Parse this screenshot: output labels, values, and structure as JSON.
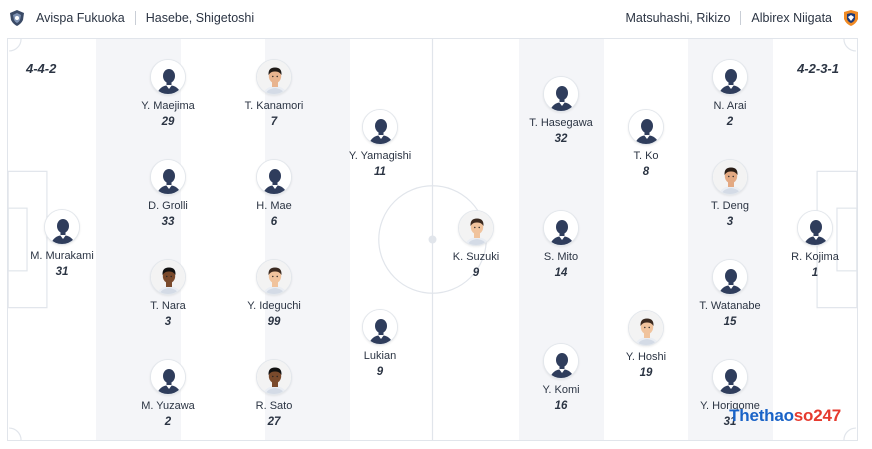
{
  "header": {
    "home_team": "Avispa Fukuoka",
    "home_manager": "Hasebe, Shigetoshi",
    "away_manager": "Matsuhashi, Rikizo",
    "away_team": "Albirex Niigata"
  },
  "home": {
    "formation": "4-4-2",
    "players": [
      {
        "name": "M. Murakami",
        "number": "31",
        "avatar": "generic-silhouette"
      },
      {
        "name": "Y. Maejima",
        "number": "29",
        "avatar": "generic-silhouette"
      },
      {
        "name": "D. Grolli",
        "number": "33",
        "avatar": "generic-silhouette"
      },
      {
        "name": "T. Nara",
        "number": "3",
        "avatar": "photo"
      },
      {
        "name": "M. Yuzawa",
        "number": "2",
        "avatar": "generic-silhouette"
      },
      {
        "name": "T. Kanamori",
        "number": "7",
        "avatar": "photo"
      },
      {
        "name": "H. Mae",
        "number": "6",
        "avatar": "generic-silhouette"
      },
      {
        "name": "Y. Ideguchi",
        "number": "99",
        "avatar": "photo"
      },
      {
        "name": "R. Sato",
        "number": "27",
        "avatar": "photo"
      },
      {
        "name": "Y. Yamagishi",
        "number": "11",
        "avatar": "generic-silhouette"
      },
      {
        "name": "Lukian",
        "number": "9",
        "avatar": "generic-silhouette"
      }
    ]
  },
  "away": {
    "formation": "4-2-3-1",
    "players": [
      {
        "name": "K. Suzuki",
        "number": "9",
        "avatar": "photo"
      },
      {
        "name": "T. Hasegawa",
        "number": "32",
        "avatar": "generic-silhouette"
      },
      {
        "name": "S. Mito",
        "number": "14",
        "avatar": "generic-silhouette"
      },
      {
        "name": "Y. Komi",
        "number": "16",
        "avatar": "generic-silhouette"
      },
      {
        "name": "T. Ko",
        "number": "8",
        "avatar": "generic-silhouette"
      },
      {
        "name": "Y. Hoshi",
        "number": "19",
        "avatar": "photo"
      },
      {
        "name": "N. Arai",
        "number": "2",
        "avatar": "generic-silhouette"
      },
      {
        "name": "T. Deng",
        "number": "3",
        "avatar": "photo"
      },
      {
        "name": "T. Watanabe",
        "number": "15",
        "avatar": "generic-silhouette"
      },
      {
        "name": "Y. Horigome",
        "number": "31",
        "avatar": "generic-silhouette"
      },
      {
        "name": "R. Kojima",
        "number": "1",
        "avatar": "generic-silhouette"
      }
    ]
  },
  "watermark": {
    "part1": "Thethao",
    "part2": "so247"
  },
  "colors": {
    "text": "#2b3443",
    "stripe": "#f4f5f8",
    "line": "#e1e5eb",
    "watermark_blue": "#1a63c7",
    "watermark_red": "#e63a2e",
    "kit_navy": "#2f3d5c"
  }
}
